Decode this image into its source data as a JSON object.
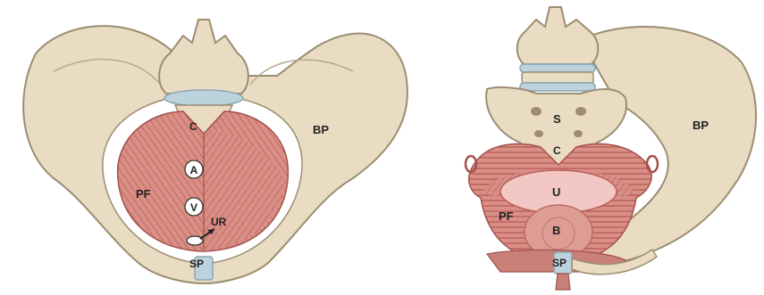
{
  "left_figure": {
    "labels": {
      "bp": "BP",
      "c": "C",
      "a": "A",
      "v": "V",
      "pf": "PF",
      "ur": "UR",
      "sp": "SP"
    }
  },
  "right_figure": {
    "labels": {
      "s": "S",
      "c": "C",
      "bp": "BP",
      "u": "U",
      "pf": "PF",
      "b": "B",
      "sp": "SP"
    }
  },
  "colors": {
    "bone": "#e9dcc2",
    "bone_edge": "#9c8d72",
    "muscle": "#d98f86",
    "muscle_dark": "#b9605a",
    "disc": "#bcd3de",
    "organ": "#f3c7c3"
  }
}
